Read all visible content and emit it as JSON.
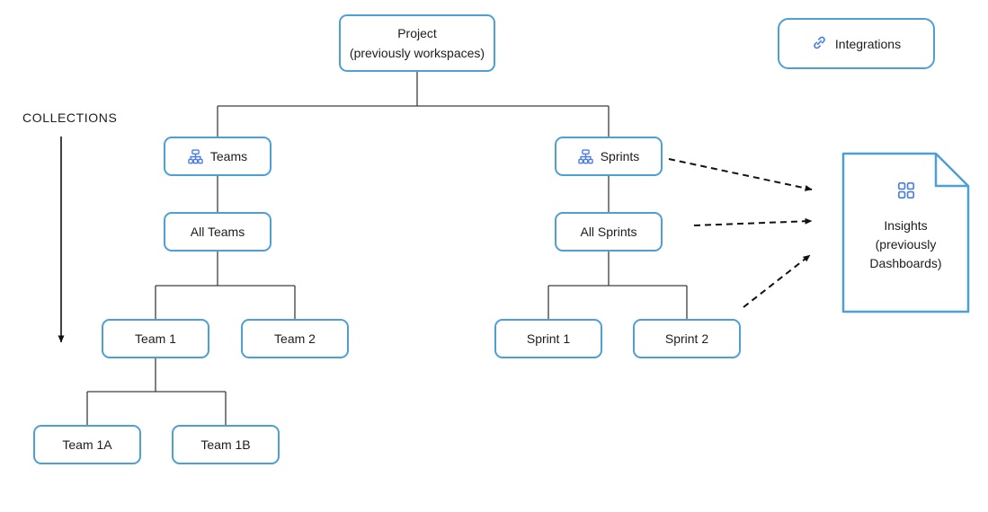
{
  "collections": {
    "label": "COLLECTIONS"
  },
  "nodes": {
    "project": {
      "line1": "Project",
      "line2": "(previously workspaces)"
    },
    "teams": {
      "label": "Teams",
      "icon": "org-chart-icon"
    },
    "all_teams": {
      "label": "All Teams"
    },
    "team_1": {
      "label": "Team 1"
    },
    "team_2": {
      "label": "Team 2"
    },
    "team_1a": {
      "label": "Team 1A"
    },
    "team_1b": {
      "label": "Team 1B"
    },
    "sprints": {
      "label": "Sprints",
      "icon": "org-chart-icon"
    },
    "all_sprints": {
      "label": "All Sprints"
    },
    "sprint_1": {
      "label": "Sprint 1"
    },
    "sprint_2": {
      "label": "Sprint 2"
    }
  },
  "integrations": {
    "label": "Integrations",
    "icon": "link-icon"
  },
  "insights": {
    "line1": "Insights",
    "line2": "(previously",
    "line3": "Dashboards)",
    "icon": "grid-icon"
  },
  "colors": {
    "box_border": "#4D9FD6",
    "icon_blue": "#4A7CE8",
    "connector": "#3d3d3d",
    "arrow": "#111111",
    "text": "#1c1c1c",
    "background": "#ffffff"
  }
}
